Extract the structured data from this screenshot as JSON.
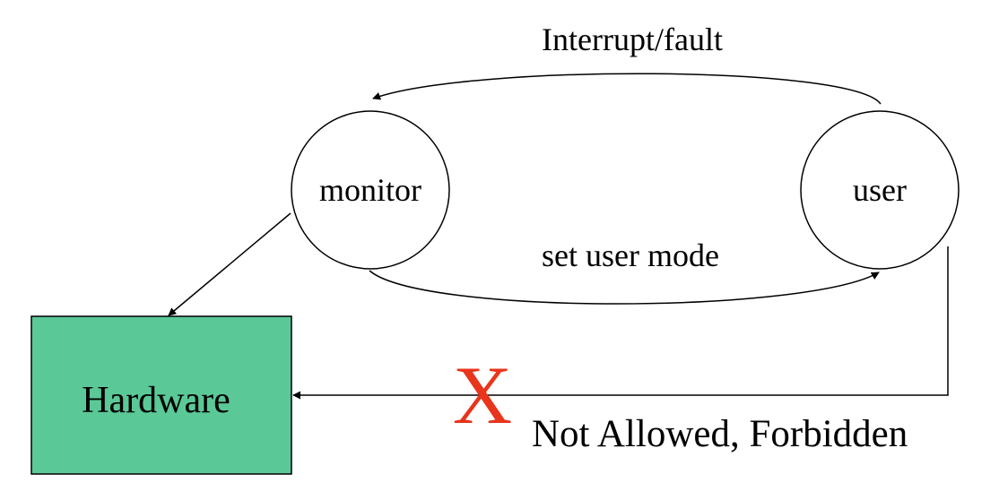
{
  "diagram": {
    "nodes": {
      "monitor": {
        "label": "monitor"
      },
      "user": {
        "label": "user"
      },
      "hardware": {
        "label": "Hardware",
        "fill_color": "#5BC897"
      }
    },
    "edges": {
      "interrupt": {
        "label": "Interrupt/fault"
      },
      "set_user_mode": {
        "label": "set user mode"
      },
      "forbidden": {
        "mark": "X",
        "mark_color": "#E8351C",
        "label": "Not Allowed, Forbidden"
      }
    }
  }
}
